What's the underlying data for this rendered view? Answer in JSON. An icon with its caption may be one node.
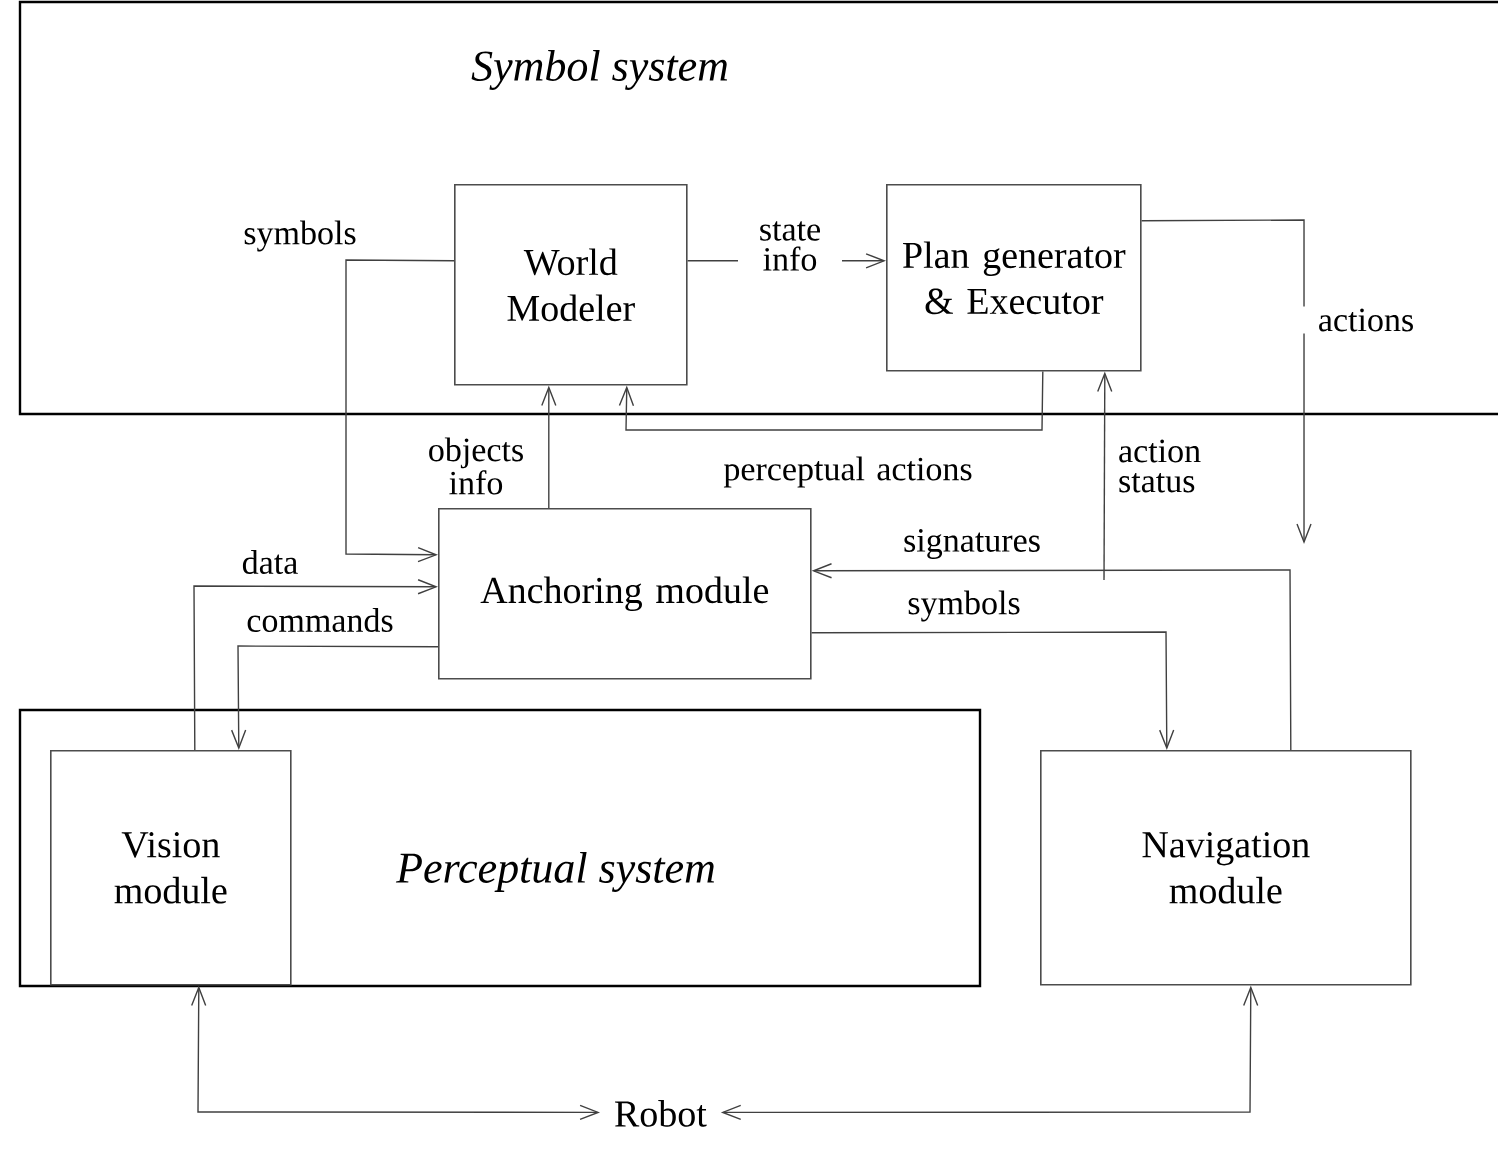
{
  "diagram": {
    "nodes": [
      {
        "text": [
          "Symbol system"
        ]
      },
      {
        "text": [
          "World Modeler"
        ],
        "in": 0
      },
      {
        "text": [
          "Plan generator & Executor"
        ],
        "in": 0
      },
      {
        "text": [
          "Anchoring module"
        ]
      },
      {
        "text": [
          "Perceptual system"
        ]
      },
      {
        "text": [
          "Vision module"
        ],
        "in": 4
      },
      {
        "text": [
          "Navigation module"
        ]
      },
      {
        "text": [
          "Robot"
        ]
      }
    ],
    "edges": [
      {
        "from": 1,
        "to": 2,
        "arrow": "to",
        "label": "state info"
      },
      {
        "from": 1,
        "to": 3,
        "arrow": "to",
        "label": "symbols"
      },
      {
        "from": 3,
        "to": 1,
        "arrow": "to",
        "label": "objects info"
      },
      {
        "from": 2,
        "to": 1,
        "arrow": "to",
        "label": "perceptual actions"
      },
      {
        "from": null,
        "to": 2,
        "arrow": "to",
        "label": "action status"
      },
      {
        "from": 2,
        "to": null,
        "arrow": "to",
        "label": "actions"
      },
      {
        "from": 5,
        "to": 3,
        "arrow": "to",
        "label": "data"
      },
      {
        "from": 3,
        "to": 5,
        "arrow": "to",
        "label": "commands"
      },
      {
        "from": 6,
        "to": 3,
        "arrow": "to",
        "label": "signatures"
      },
      {
        "from": 3,
        "to": 6,
        "arrow": "to",
        "label": "symbols"
      },
      {
        "from": 5,
        "to": 7,
        "arrow": "both"
      },
      {
        "from": 6,
        "to": 7,
        "arrow": "both"
      }
    ]
  }
}
